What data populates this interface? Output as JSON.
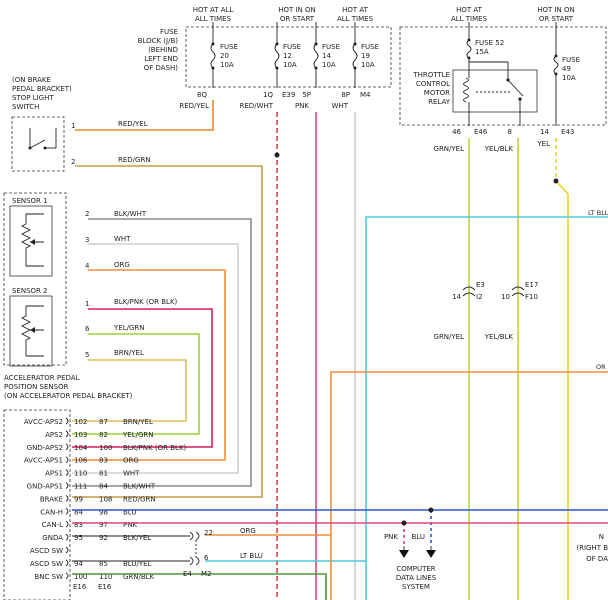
{
  "top_headers": {
    "hot_at_all_times_1": [
      "HOT AT ALL",
      "ALL TIMES"
    ],
    "hot_in_on_or_start_1": [
      "HOT IN ON",
      "OR START"
    ],
    "hot_at_all_times_2": [
      "HOT AT",
      "ALL TIMES"
    ],
    "hot_at_all_times_3": [
      "HOT AT",
      "ALL TIMES"
    ],
    "hot_in_on_or_start_2": [
      "HOT IN ON",
      "OR START"
    ]
  },
  "fuse_block": {
    "label": [
      "FUSE",
      "BLOCK (J/B)",
      "(BEHIND",
      "LEFT END",
      "OF DASH)"
    ],
    "fuses": [
      {
        "name": "FUSE",
        "num": "20",
        "amp": "10A"
      },
      {
        "name": "FUSE",
        "num": "12",
        "amp": "10A"
      },
      {
        "name": "FUSE",
        "num": "14",
        "amp": "10A"
      },
      {
        "name": "FUSE",
        "num": "19",
        "amp": "10A"
      }
    ],
    "terminals": [
      "8Q",
      "1Q",
      "E39",
      "5P",
      "8P",
      "M4"
    ],
    "wires": [
      "RED/YEL",
      "RED/WHT",
      "PNK",
      "WHT"
    ]
  },
  "relay_box": {
    "fuse52": {
      "name": "FUSE 52",
      "amp": "15A"
    },
    "fuse49": {
      "name": "FUSE",
      "num": "49",
      "amp": "10A"
    },
    "relay_label": [
      "THROTTLE",
      "CONTROL",
      "MOTOR",
      "RELAY"
    ],
    "terminals": [
      "46",
      "E46",
      "8",
      "14",
      "E43"
    ],
    "wires": [
      "GRN/YEL",
      "YEL/BLK",
      "YEL"
    ]
  },
  "brake_switch": {
    "label": [
      "(ON BRAKE",
      "PEDAL BRACKET)",
      "STOP LIGHT",
      "SWITCH"
    ],
    "pins": [
      "1",
      "2"
    ],
    "wires": [
      "RED/YEL",
      "RED/GRN"
    ]
  },
  "sensor1": {
    "label": "SENSOR 1",
    "pins": [
      "2",
      "3",
      "4"
    ],
    "wires": [
      "BLK/WHT",
      "WHT",
      "ORG"
    ]
  },
  "sensor2": {
    "label": "SENSOR 2",
    "pins": [
      "1",
      "6",
      "5"
    ],
    "wires": [
      "BLK/PNK   (OR BLK)",
      "YEL/GRN",
      "BRN/YEL"
    ]
  },
  "accel_sensor_label": [
    "ACCELERATOR PEDAL",
    "POSITION SENSOR",
    "(ON ACCELERATOR PEDAL BRACKET)"
  ],
  "mid_connectors": {
    "e3": [
      "E3",
      "14",
      "I2"
    ],
    "e17": [
      "E17",
      "10",
      "F10"
    ],
    "wires": [
      "GRN/YEL",
      "YEL/BLK"
    ]
  },
  "right_labels": {
    "lt_blu": "LT BLU",
    "or": "OR",
    "right_b": [
      "N",
      "(RIGHT B",
      "OF DA"
    ]
  },
  "ecm_rows": [
    {
      "name": "AVCC-APS2",
      "a": "102",
      "b": "87",
      "wire": "BRN/YEL"
    },
    {
      "name": "APS2",
      "a": "103",
      "b": "82",
      "wire": "YEL/GRN"
    },
    {
      "name": "GND-APS2",
      "a": "104",
      "b": "100",
      "wire": "BLK/PNK   (OR BLK)"
    },
    {
      "name": "AVCC-APS1",
      "a": "106",
      "b": "83",
      "wire": "ORG"
    },
    {
      "name": "APS1",
      "a": "110",
      "b": "81",
      "wire": "WHT"
    },
    {
      "name": "GND-APS1",
      "a": "111",
      "b": "84",
      "wire": "BLK/WHT"
    },
    {
      "name": "BRAKE",
      "a": "99",
      "b": "108",
      "wire": "RED/GRN"
    },
    {
      "name": "CAN-H",
      "a": "84",
      "b": "98",
      "wire": "BLU"
    },
    {
      "name": "CAN-L",
      "a": "83",
      "b": "97",
      "wire": "PNK"
    },
    {
      "name": "GNDA",
      "a": "95",
      "b": "92",
      "wire": "BLK/YEL"
    },
    {
      "name": "ASCD SW",
      "a": "",
      "b": "",
      "wire": ""
    },
    {
      "name": "ASCD SW",
      "a": "94",
      "b": "85",
      "wire": "BLU/YEL"
    },
    {
      "name": "BNC SW",
      "a": "100",
      "b": "110",
      "wire": "GRN/BLK"
    }
  ],
  "ecm_bottom": [
    "E16",
    "E16",
    "E4",
    "M2"
  ],
  "ascd": {
    "pin22": "22",
    "pin6": "6",
    "wire_org": "ORG",
    "wire_ltblu": "LT BLU"
  },
  "data_lines": {
    "wires": [
      "PNK",
      "BLU"
    ],
    "label": [
      "COMPUTER",
      "DATA LINES",
      "SYSTEM"
    ]
  },
  "colors": {
    "red_yel": "#e8882a",
    "red_grn": "#c79a45",
    "blk_wht": "#8c8c8c",
    "wht": "#cfcfcf",
    "org": "#ef8e3a",
    "blk_pnk": "#d81b5a",
    "yel_grn": "#9ed13a",
    "brn_yel": "#d9c060",
    "pnk": "#e0487a",
    "red_wht": "#d94545",
    "grn_yel": "#b8d84a",
    "yel_blk": "#c9cf3a",
    "yel": "#e8d42a",
    "lt_blu": "#4fc8dc",
    "blu": "#2a56c8",
    "grn_blk": "#4a9a3a"
  }
}
